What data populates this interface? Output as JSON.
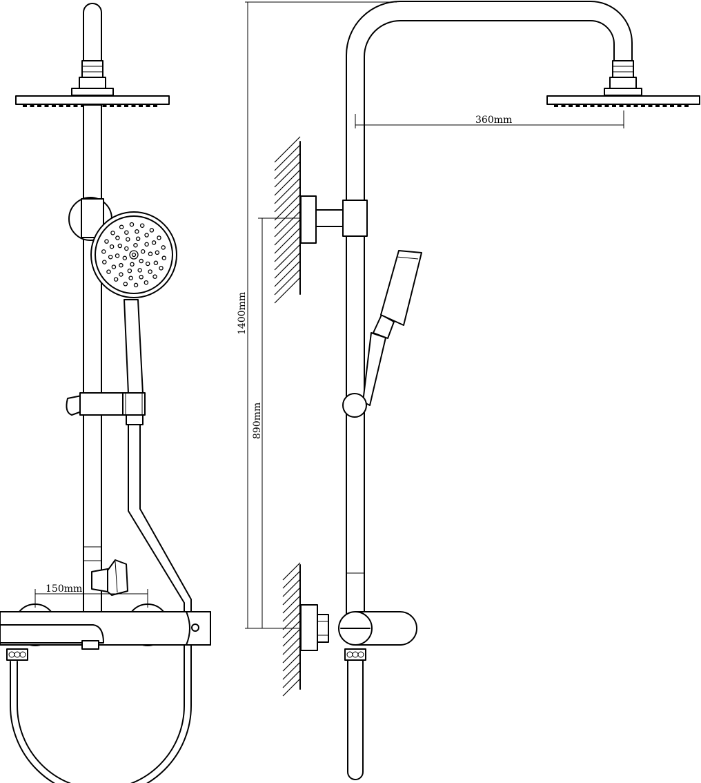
{
  "dimensions": {
    "overall_height": "1400mm",
    "bar_height": "890mm",
    "arm_reach": "360mm",
    "valve_centers": "150mm"
  },
  "views": {
    "front": {
      "icons": [
        "overhead-shower-icon",
        "hand-shower-icon",
        "thermostatic-mixer-icon",
        "hose-icon"
      ]
    },
    "side": {
      "icons": [
        "wall-hatch-icon",
        "overhead-arm-icon",
        "hand-shower-side-icon"
      ]
    }
  },
  "colors": {
    "line": "#000000",
    "background": "#ffffff"
  }
}
